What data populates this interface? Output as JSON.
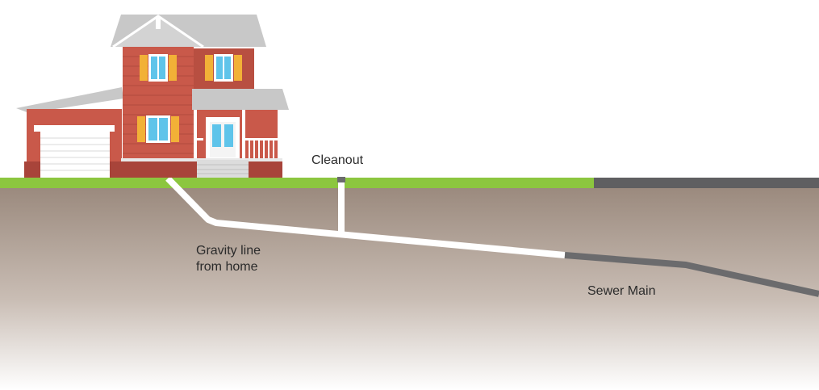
{
  "labels": {
    "cleanout": "Cleanout",
    "gravity_line": [
      "Gravity line",
      "from home"
    ],
    "sewer_main": "Sewer Main"
  },
  "colors": {
    "grass": "#8cc63f",
    "road": "#5f5f61",
    "soil_top": "#9b8a7e",
    "soil_bottom": "#ffffff",
    "house_siding": "#c9594a",
    "roof": "#c8c8c8",
    "shutter": "#f2b137",
    "window_glass": "#5fc4ea",
    "trim": "#ffffff",
    "pipe_home": "#ffffff",
    "pipe_main": "#6b6b6d"
  }
}
